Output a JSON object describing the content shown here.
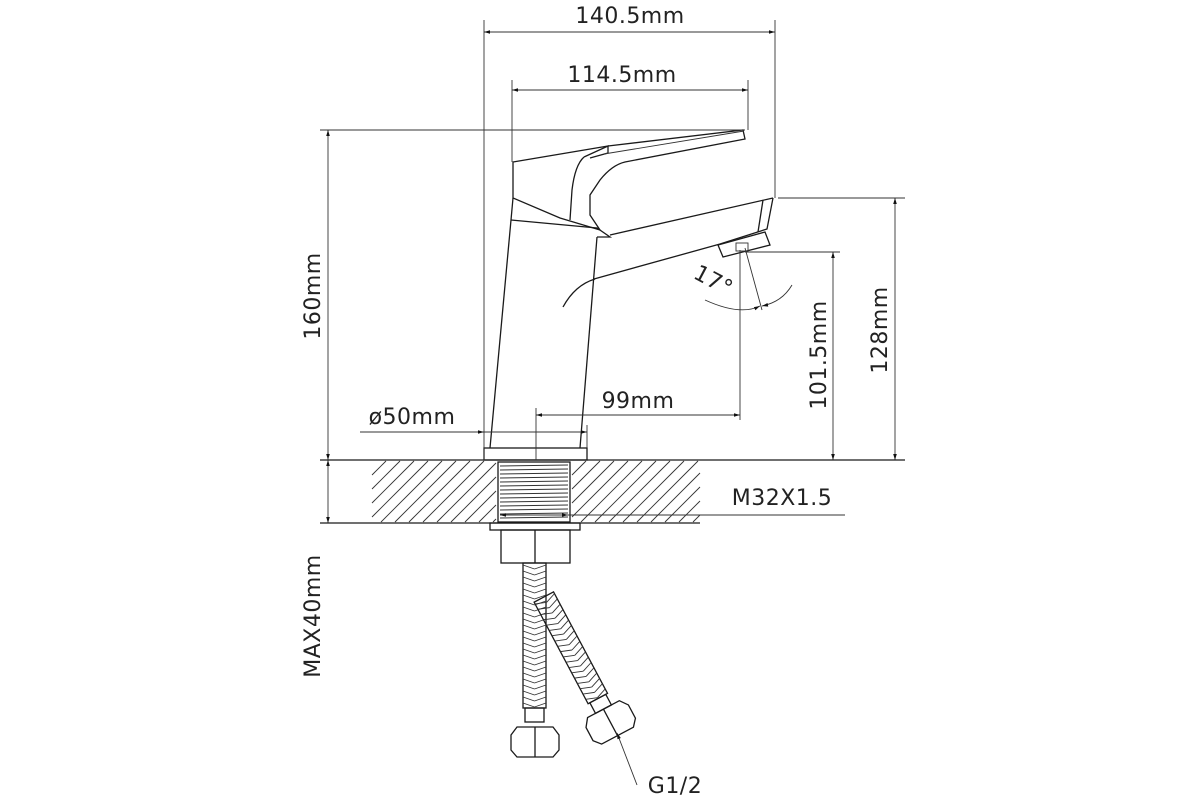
{
  "title": "Faucet dimension drawing",
  "dimensions": {
    "overall_width": "140.5mm",
    "lever_length": "114.5mm",
    "height": "160mm",
    "spout_height": "128mm",
    "outlet_height": "101.5mm",
    "spout_reach": "99mm",
    "base_diameter": "ø50mm",
    "thread": "M32X1.5",
    "max_counter_thickness": "MAX40mm",
    "hose_connection": "G1/2",
    "outlet_angle": "17°"
  },
  "colors": {
    "line": "#1a1a1a",
    "background": "#ffffff"
  }
}
